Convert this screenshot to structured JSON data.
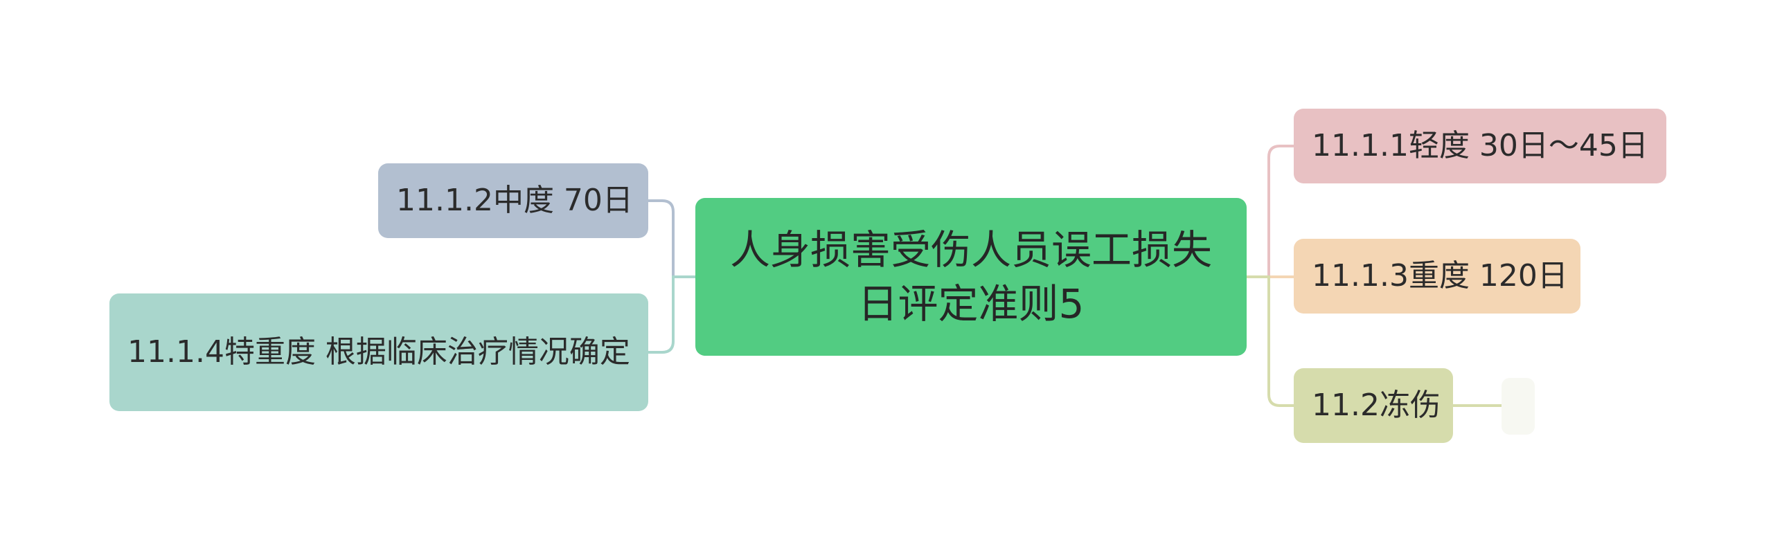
{
  "mindmap": {
    "root": {
      "label": "人身损害受伤人员误工损失日评定准则5",
      "color": "#52cc82"
    },
    "left": [
      {
        "label": "11.1.2中度 70日",
        "color": "#b2bfd0",
        "line": "#b2bfd0"
      },
      {
        "label": "11.1.4特重度 根据临床治疗情况确定",
        "color": "#a9d6cc",
        "line": "#a9d6cc"
      }
    ],
    "right": [
      {
        "label": "11.1.1轻度 30日～45日",
        "color": "#e8c1c3",
        "line": "#e8c1c3"
      },
      {
        "label": "11.1.3重度 120日",
        "color": "#f4d6b4",
        "line": "#f4d6b4"
      },
      {
        "label": "11.2冻伤",
        "color": "#d6dcac",
        "line": "#d6dcac",
        "child": {
          "label": "",
          "color": "#f7f8f2"
        }
      }
    ]
  }
}
